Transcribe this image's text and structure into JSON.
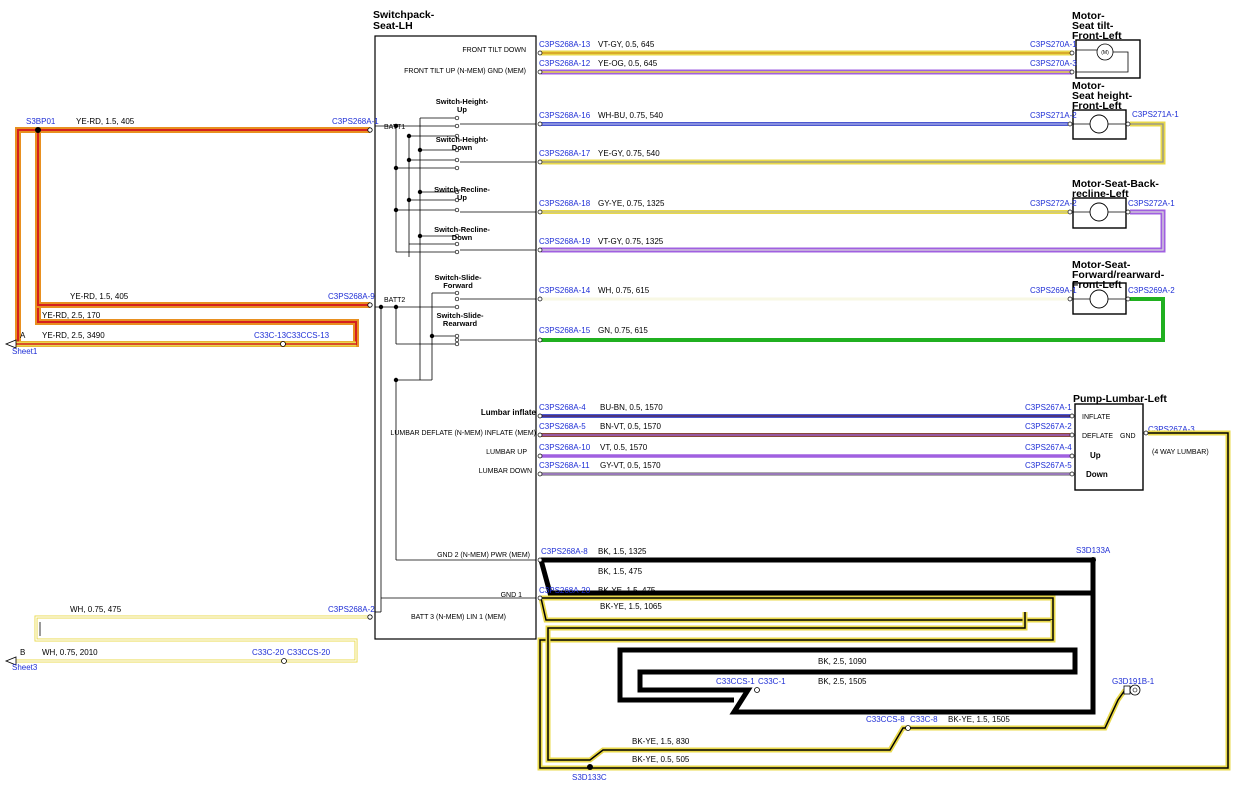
{
  "components": {
    "switchpack": {
      "title_1": "Switchpack-",
      "title_2": "Seat-LH"
    },
    "motor_tilt": {
      "title_1": "Motor-",
      "title_2": "Seat tilt-",
      "title_3": "Front-Left",
      "symbol": "(M)"
    },
    "motor_height": {
      "title_1": "Motor-",
      "title_2": "Seat height-",
      "title_3": "Front-Left"
    },
    "motor_recline": {
      "title_1": "Motor-Seat-Back-",
      "title_2": "recline-Left"
    },
    "motor_forward": {
      "title_1": "Motor-Seat-",
      "title_2": "Forward/rearward-",
      "title_3": "Front-Left"
    },
    "pump_lumbar": {
      "title": "Pump-Lumbar-Left",
      "inflate": "INFLATE",
      "deflate": "DEFLATE",
      "gnd": "GND",
      "up": "Up",
      "down": "Down",
      "note": "(4 WAY LUMBAR)"
    }
  },
  "switches": {
    "height_up": {
      "l1": "Switch-Height-",
      "l2": "Up"
    },
    "height_down": {
      "l1": "Switch-Height-",
      "l2": "Down"
    },
    "recline_up": {
      "l1": "Switch-Recline-",
      "l2": "Up"
    },
    "recline_down": {
      "l1": "Switch-Recline-",
      "l2": "Down"
    },
    "slide_forward": {
      "l1": "Switch-Slide-",
      "l2": "Forward"
    },
    "slide_rearward": {
      "l1": "Switch-Slide-",
      "l2": "Rearward"
    }
  },
  "pin_labels": {
    "front_tilt_down": "FRONT TILT DOWN",
    "front_tilt_up": "FRONT TILT UP (N-MEM) GND (MEM)",
    "batt1": "BATT1",
    "batt2": "BATT2",
    "lumbar_inflate": "Lumbar inflate",
    "lumbar_deflate": "LUMBAR DEFLATE (N-MEM) INFLATE (MEM)",
    "lumbar_up": "LUMBAR UP",
    "lumbar_down": "LUMBAR DOWN",
    "gnd2": "GND 2 (N-MEM) PWR (MEM)",
    "gnd1": "GND 1",
    "batt3": "BATT 3 (N-MEM) LIN 1 (MEM)"
  },
  "connectors": {
    "s3bp01": "S3BP01",
    "c268_1": "C3PS268A-1",
    "c268_9": "C3PS268A-9",
    "c268_2": "C3PS268A-2",
    "c268_13": "C3PS268A-13",
    "c268_12": "C3PS268A-12",
    "c268_16": "C3PS268A-16",
    "c268_17": "C3PS268A-17",
    "c268_18": "C3PS268A-18",
    "c268_19": "C3PS268A-19",
    "c268_14": "C3PS268A-14",
    "c268_15": "C3PS268A-15",
    "c268_4": "C3PS268A-4",
    "c268_5": "C3PS268A-5",
    "c268_10": "C3PS268A-10",
    "c268_11": "C3PS268A-11",
    "c268_8": "C3PS268A-8",
    "c268_20": "C3PS268A-20",
    "c270_1": "C3PS270A-1",
    "c270_3": "C3PS270A-3",
    "c271_2": "C3PS271A-2",
    "c271_1": "C3PS271A-1",
    "c272_2": "C3PS272A-2",
    "c272_1": "C3PS272A-1",
    "c269_1": "C3PS269A-1",
    "c269_2": "C3PS269A-2",
    "c267_1": "C3PS267A-1",
    "c267_2": "C3PS267A-2",
    "c267_4": "C3PS267A-4",
    "c267_5": "C3PS267A-5",
    "c267_3": "C3PS267A-3",
    "c33c_13": "C33C-13",
    "c33ccs_13": "C33CCS-13",
    "c33c_20": "C33C-20",
    "c33ccs_20": "C33CCS-20",
    "c33ccs_1": "C33CCS-1",
    "c33c_1": "C33C-1",
    "c33ccs_8": "C33CCS-8",
    "c33c_8": "C33C-8",
    "g3d191b": "G3D191B-1",
    "s3d133a": "S3D133A",
    "s3d133c": "S3D133C",
    "sheet_a": "A",
    "sheet1": "Sheet1",
    "sheet_b": "B",
    "sheet3": "Sheet3"
  },
  "wires": {
    "w_ye_rd_405_top": "YE-RD, 1.5, 405",
    "w_ye_rd_405_bot": "YE-RD, 1.5, 405",
    "w_ye_rd_170": "YE-RD, 2.5, 170",
    "w_ye_rd_3490": "YE-RD, 2.5, 3490",
    "w_wh_475": "WH, 0.75, 475",
    "w_wh_2010": "WH, 0.75, 2010",
    "w_vt_gy_645": "VT-GY, 0.5, 645",
    "w_ye_og_645": "YE-OG, 0.5, 645",
    "w_wh_bu_540": "WH-BU, 0.75, 540",
    "w_ye_gy_540": "YE-GY, 0.75, 540",
    "w_gy_ye_1325": "GY-YE, 0.75, 1325",
    "w_vt_gy_1325": "VT-GY, 0.75, 1325",
    "w_wh_615": "WH, 0.75, 615",
    "w_gn_615": "GN, 0.75, 615",
    "w_bu_bn_1570": "BU-BN, 0.5, 1570",
    "w_bn_vt_1570": "BN-VT, 0.5, 1570",
    "w_vt_1570": "VT, 0.5, 1570",
    "w_gy_vt_1570": "GY-VT, 0.5, 1570",
    "w_bk_1325": "BK, 1.5, 1325",
    "w_bk_475": "BK, 1.5, 475",
    "w_bk_ye_475": "BK-YE, 1.5, 475",
    "w_bk_ye_1065": "BK-YE, 1.5, 1065",
    "w_bk_1090": "BK, 2.5, 1090",
    "w_bk_1505": "BK, 2.5, 1505",
    "w_bk_ye_1505": "BK-YE, 1.5, 1505",
    "w_bk_ye_830": "BK-YE, 1.5, 830",
    "w_bk_ye_505": "BK-YE, 0.5, 505"
  },
  "colors": {
    "yellow": "#e8d84a",
    "red": "#d42020",
    "orange": "#e89020",
    "violet": "#a060e0",
    "blue": "#1020c0",
    "green": "#20b020",
    "brown": "#8a4a3a",
    "grey": "#909090",
    "black": "#000000",
    "label_blue": "#1f2fd6"
  }
}
